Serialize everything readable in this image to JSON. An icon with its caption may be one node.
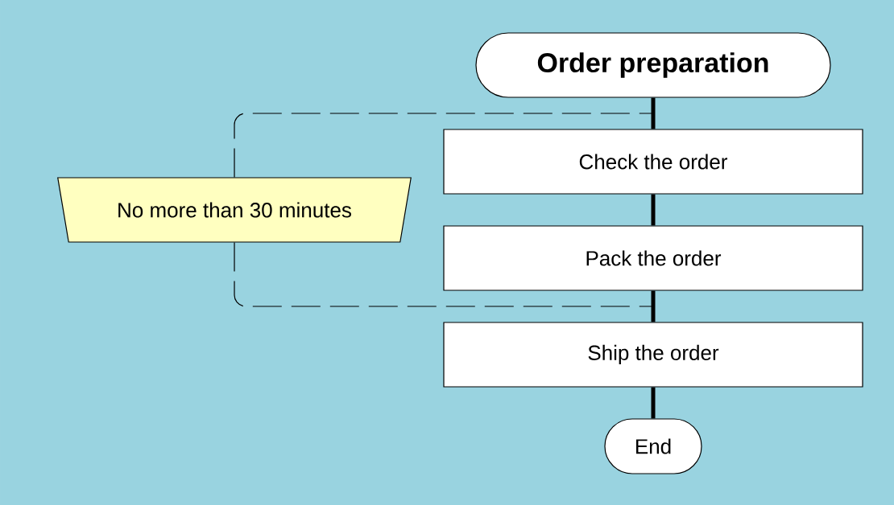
{
  "diagram": {
    "nodes": [
      {
        "text": [
          "Order preparation"
        ]
      },
      {
        "text": [
          "Check the order"
        ]
      },
      {
        "text": [
          "Pack the order"
        ]
      },
      {
        "text": [
          "Ship the order"
        ]
      },
      {
        "text": [
          "End"
        ]
      },
      {
        "text": [
          "No more than 30 minutes"
        ]
      }
    ],
    "edges": [
      {
        "from": 0,
        "to": 1,
        "arrow": "none"
      },
      {
        "from": 1,
        "to": 2,
        "arrow": "none"
      },
      {
        "from": 2,
        "to": 3,
        "arrow": "none"
      },
      {
        "from": 3,
        "to": 4,
        "arrow": "none"
      },
      {
        "from": 5,
        "to": null,
        "arrow": "none",
        "style": "dashed"
      },
      {
        "from": 5,
        "to": null,
        "arrow": "none",
        "style": "dashed"
      }
    ]
  }
}
